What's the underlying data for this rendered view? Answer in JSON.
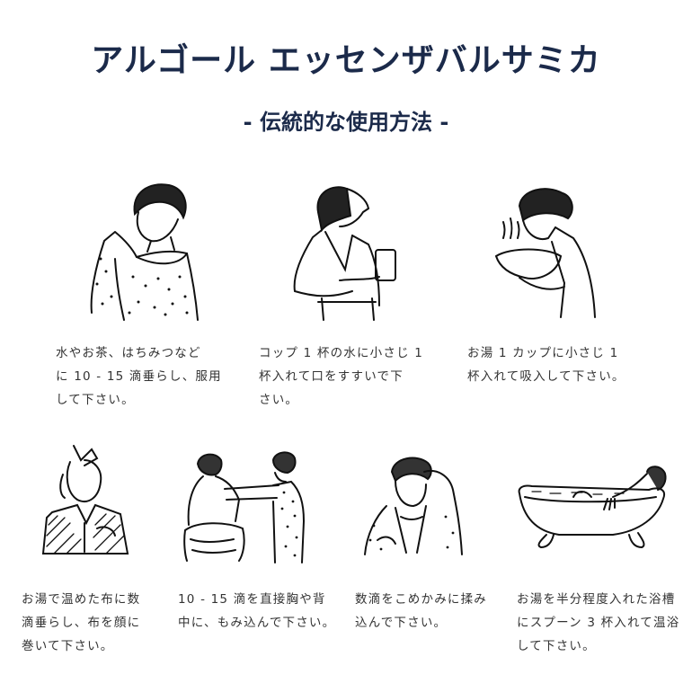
{
  "header": {
    "title": "アルゴール エッセンザバルサミカ",
    "subtitle": "- 伝統的な使用方法 -"
  },
  "colors": {
    "title": "#1b2a4a",
    "body_text": "#333333",
    "line_art": "#111111"
  },
  "usages": [
    {
      "illustration": "woman-drinking-from-spoon",
      "lines": [
        "水やお茶、はちみつなど",
        "に 10 - 15 滴垂らし、服用",
        "して下さい。"
      ]
    },
    {
      "illustration": "man-gargling-with-cup",
      "lines": [
        "コップ 1 杯の水に小さじ 1",
        "杯入れて口をすすいで下",
        "さい。"
      ]
    },
    {
      "illustration": "woman-inhaling-steam-bowl",
      "lines": [
        "お湯 1 カップに小さじ 1",
        "杯入れて吸入して下さい。"
      ]
    },
    {
      "illustration": "person-with-cloth-wrapped-face",
      "lines": [
        "お湯で温めた布に数",
        "滴垂らし、布を顔に",
        "巻いて下さい。"
      ]
    },
    {
      "illustration": "woman-massaging-back",
      "lines": [
        "10 - 15 滴を直接胸や背",
        "中に、もみ込んで下さい。"
      ]
    },
    {
      "illustration": "woman-rubbing-temples",
      "lines": [
        "数滴をこめかみに揉み",
        "込んで下さい。"
      ]
    },
    {
      "illustration": "person-in-bathtub",
      "lines": [
        "お湯を半分程度入れた浴槽",
        "にスプーン 3 杯入れて温浴",
        "して下さい。"
      ]
    }
  ]
}
